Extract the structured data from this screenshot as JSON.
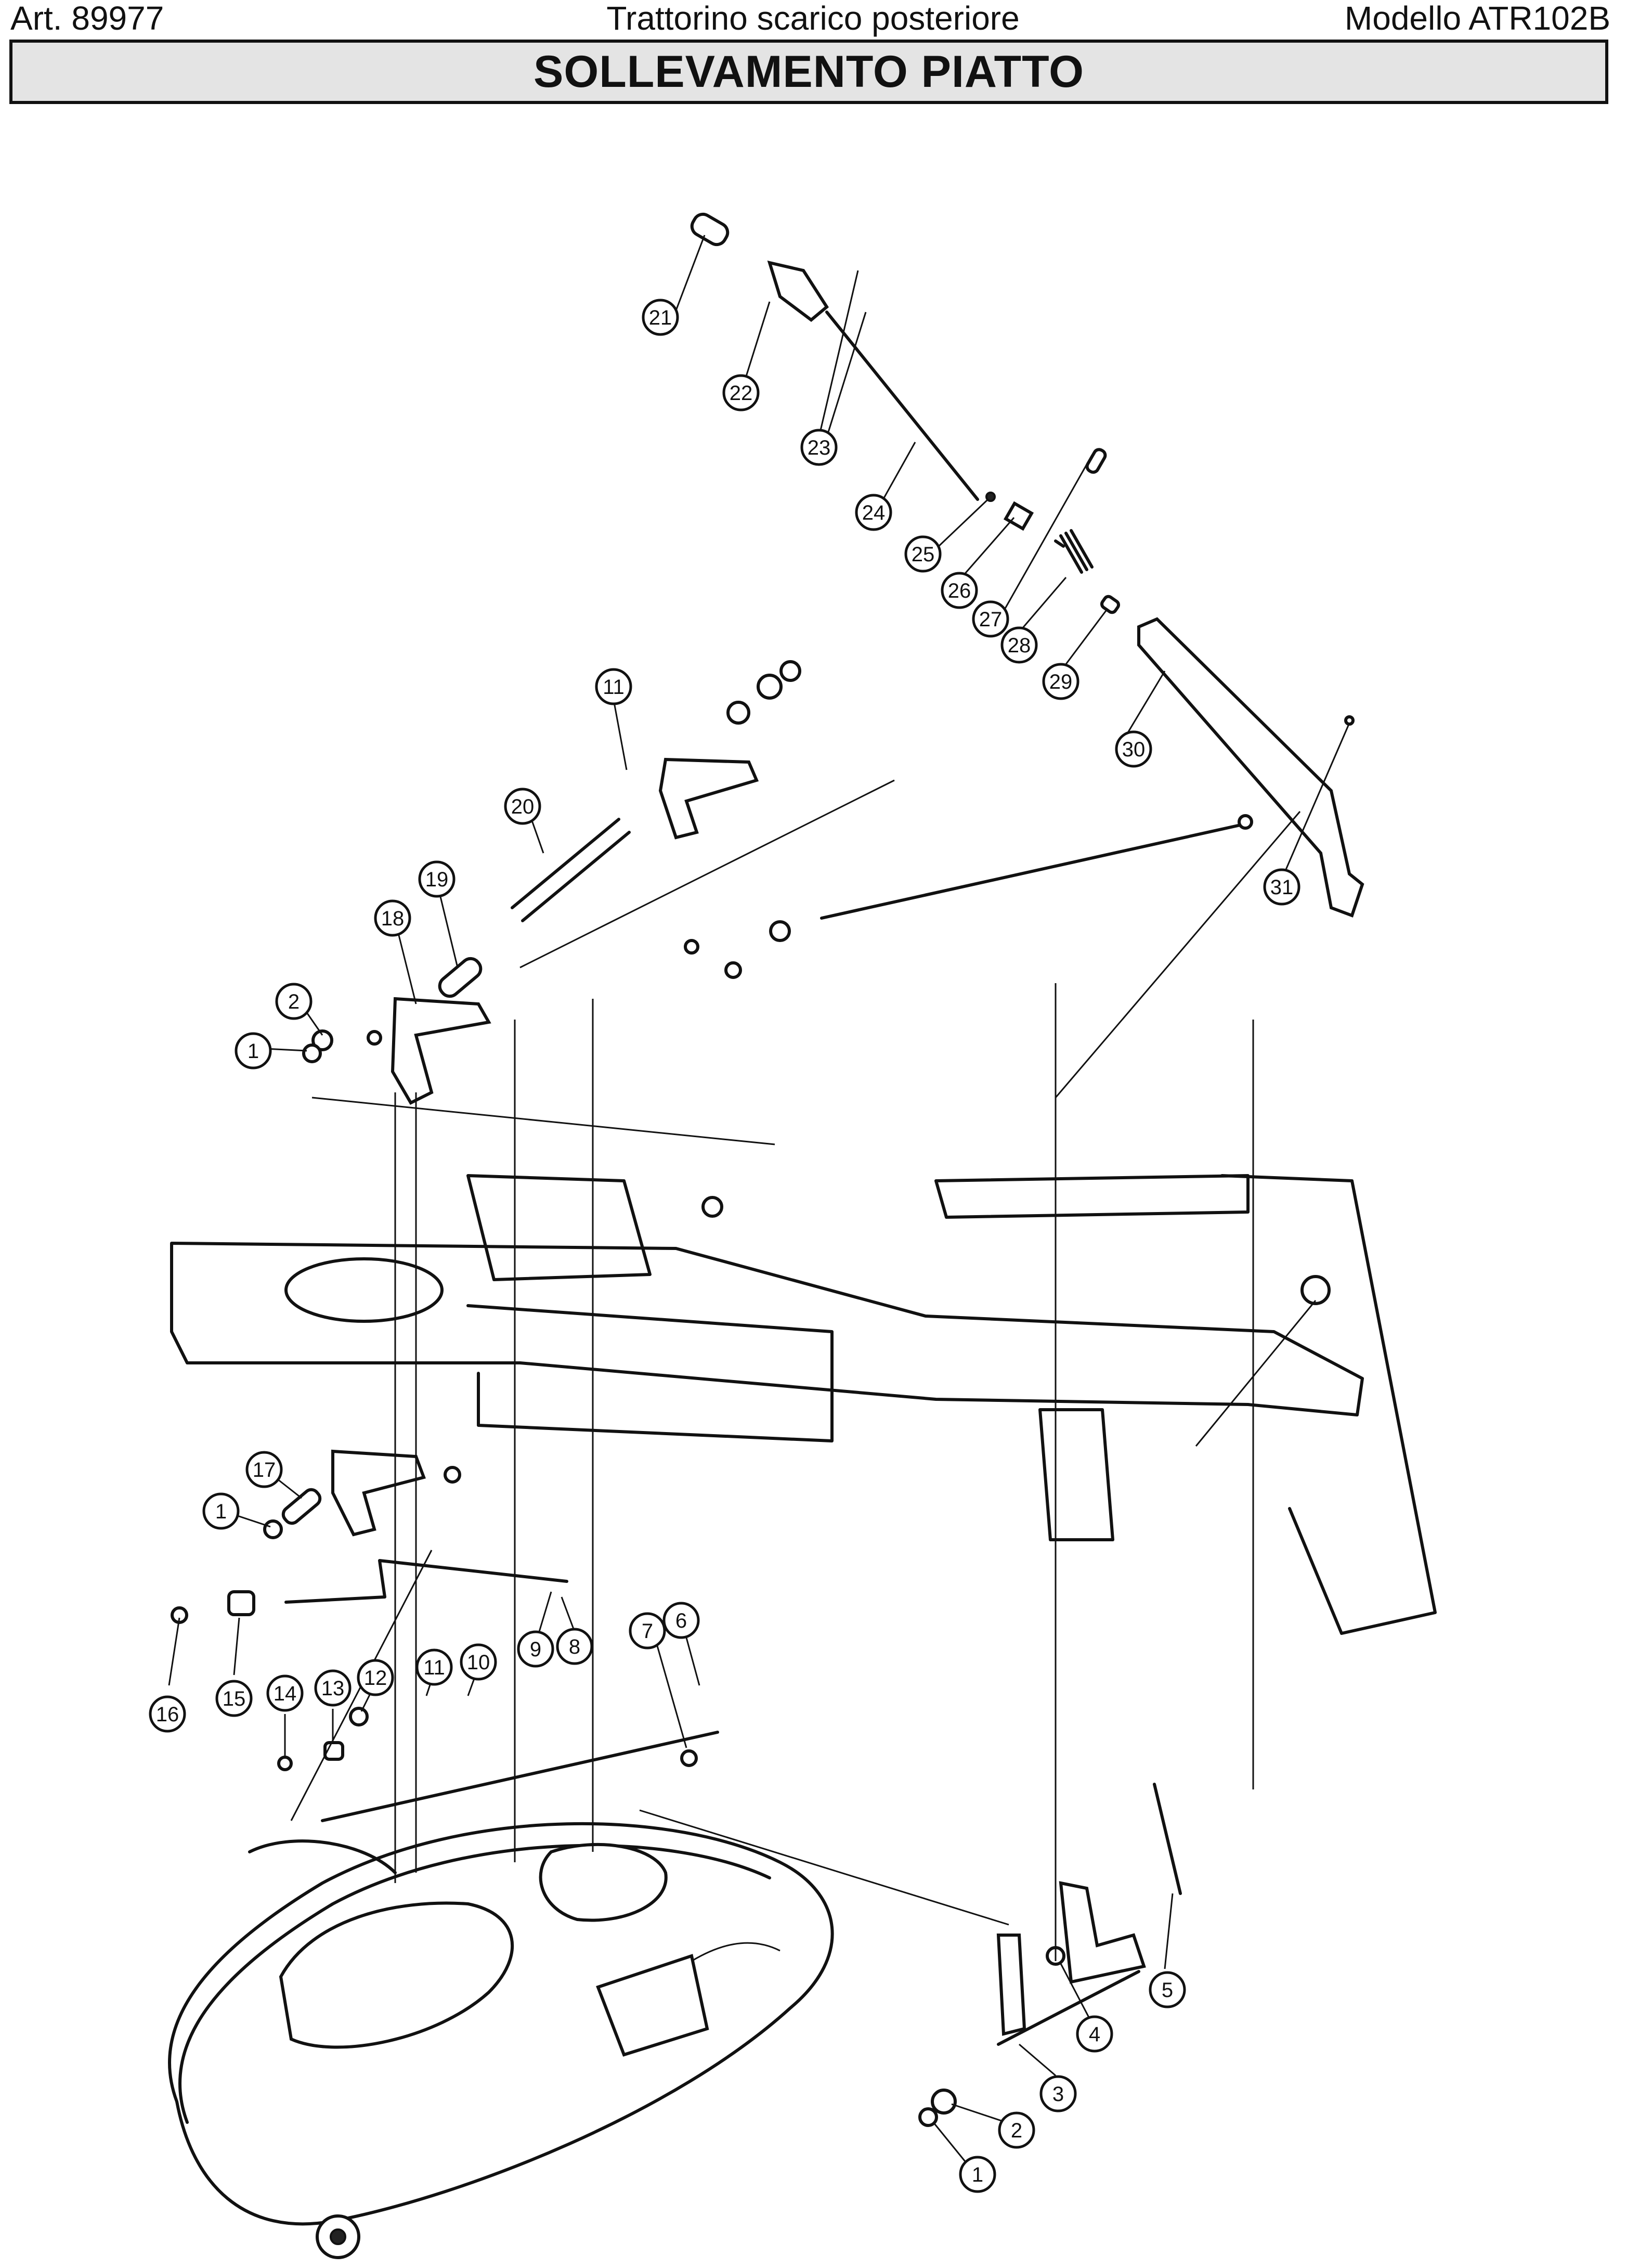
{
  "header": {
    "article": "Art. 89977",
    "subtitle": "Trattorino scarico posteriore",
    "model": "Modello ATR102B"
  },
  "title": "SOLLEVAMENTO PIATTO",
  "callouts": [
    "21",
    "22",
    "23",
    "24",
    "25",
    "26",
    "27",
    "28",
    "29",
    "30",
    "31",
    "11",
    "20",
    "19",
    "18",
    "2",
    "1",
    "17",
    "16",
    "15",
    "14",
    "13",
    "12",
    "10",
    "9",
    "8",
    "7",
    "6",
    "5",
    "4",
    "3"
  ]
}
